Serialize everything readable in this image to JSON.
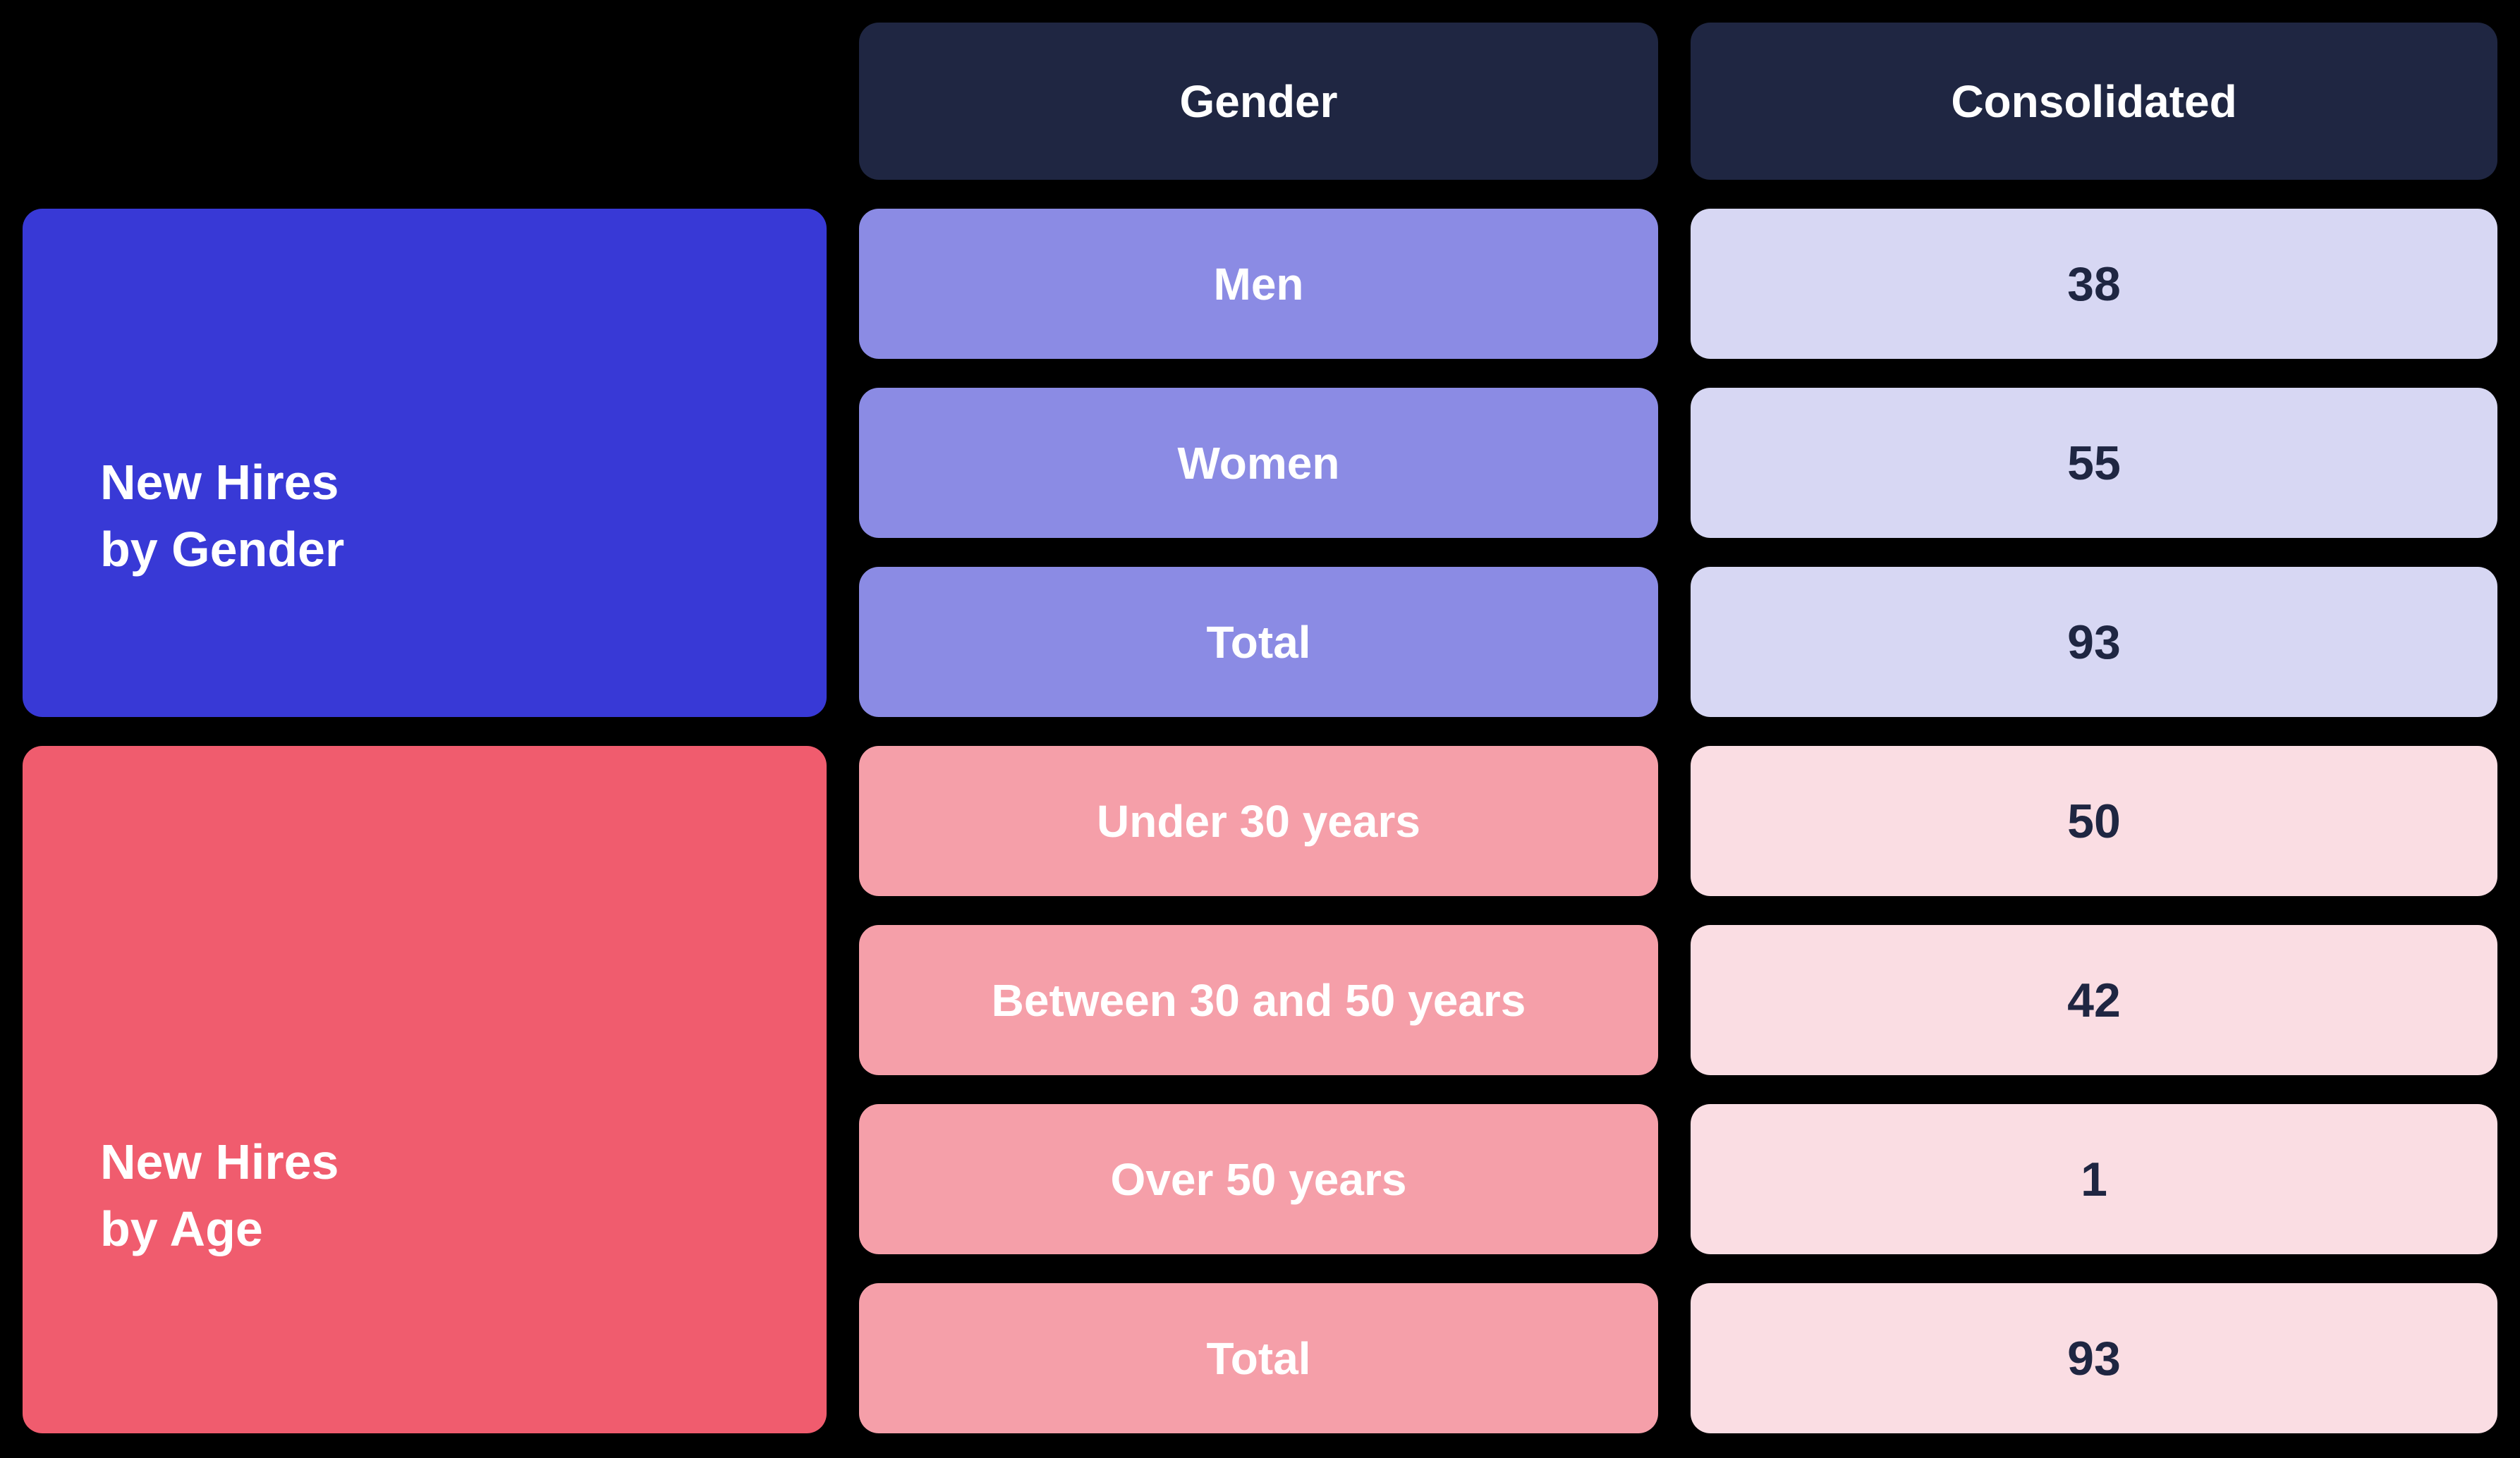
{
  "colors": {
    "background": "#000000",
    "header_bg": "#1f2642",
    "gender_section_bg": "#3839d6",
    "gender_row_bg": "#8b8be4",
    "gender_value_bg": "#d7d7f3",
    "age_section_bg": "#f05c6e",
    "age_row_bg": "#f59fa9",
    "age_value_bg": "#fadde3",
    "light_text": "#ffffff",
    "dark_text": "#1f2642"
  },
  "table": {
    "column_headers": [
      {
        "label": "Gender"
      },
      {
        "label": "Consolidated"
      }
    ],
    "sections": [
      {
        "title_line1": "New Hires",
        "title_line2": "by Gender",
        "rows": [
          {
            "label": "Men",
            "value": "38"
          },
          {
            "label": "Women",
            "value": "55"
          },
          {
            "label": "Total",
            "value": "93"
          }
        ]
      },
      {
        "title_line1": "New Hires",
        "title_line2": "by Age",
        "rows": [
          {
            "label": "Under 30 years",
            "value": "50"
          },
          {
            "label": "Between 30 and 50 years",
            "value": "42"
          },
          {
            "label": "Over 50 years",
            "value": "1"
          },
          {
            "label": "Total",
            "value": "93"
          }
        ]
      }
    ]
  },
  "chart_data": {
    "type": "table",
    "columns": [
      "Gender",
      "Consolidated"
    ],
    "row_groups": [
      {
        "group": "New Hires by Gender",
        "rows": [
          {
            "category": "Men",
            "consolidated": 38
          },
          {
            "category": "Women",
            "consolidated": 55
          },
          {
            "category": "Total",
            "consolidated": 93
          }
        ]
      },
      {
        "group": "New Hires by Age",
        "rows": [
          {
            "category": "Under 30 years",
            "consolidated": 50
          },
          {
            "category": "Between 30 and 50 years",
            "consolidated": 42
          },
          {
            "category": "Over 50 years",
            "consolidated": 1
          },
          {
            "category": "Total",
            "consolidated": 93
          }
        ]
      }
    ]
  }
}
